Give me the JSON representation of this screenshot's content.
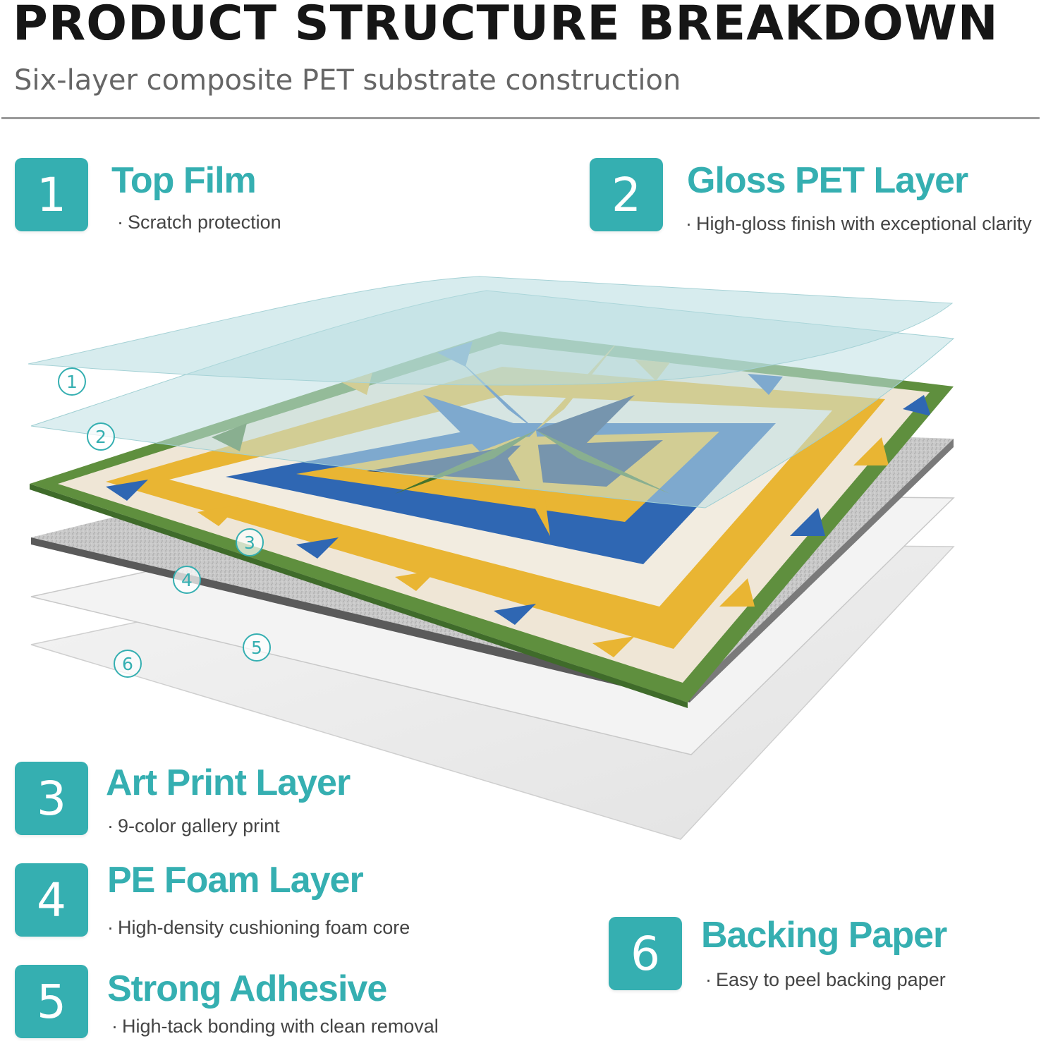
{
  "header": {
    "title": "PRODUCT STRUCTURE BREAKDOWN",
    "subtitle": "Six-layer composite PET substrate construction"
  },
  "accent_color": "#35afb1",
  "layers": [
    {
      "number": "1",
      "name": "Top Film",
      "description": "Scratch protection",
      "marker": "1"
    },
    {
      "number": "2",
      "name": "Gloss PET Layer",
      "description": "High-gloss finish with exceptional clarity",
      "marker": "2"
    },
    {
      "number": "3",
      "name": "Art Print Layer",
      "description": "9-color gallery print",
      "marker": "3"
    },
    {
      "number": "4",
      "name": "PE Foam Layer",
      "description": "High-density cushioning foam core",
      "marker": "4"
    },
    {
      "number": "5",
      "name": "Strong Adhesive",
      "description": "High-tack bonding with clean removal",
      "marker": "5"
    },
    {
      "number": "6",
      "name": "Backing Paper",
      "description": "Easy to peel backing paper",
      "marker": "6"
    }
  ]
}
